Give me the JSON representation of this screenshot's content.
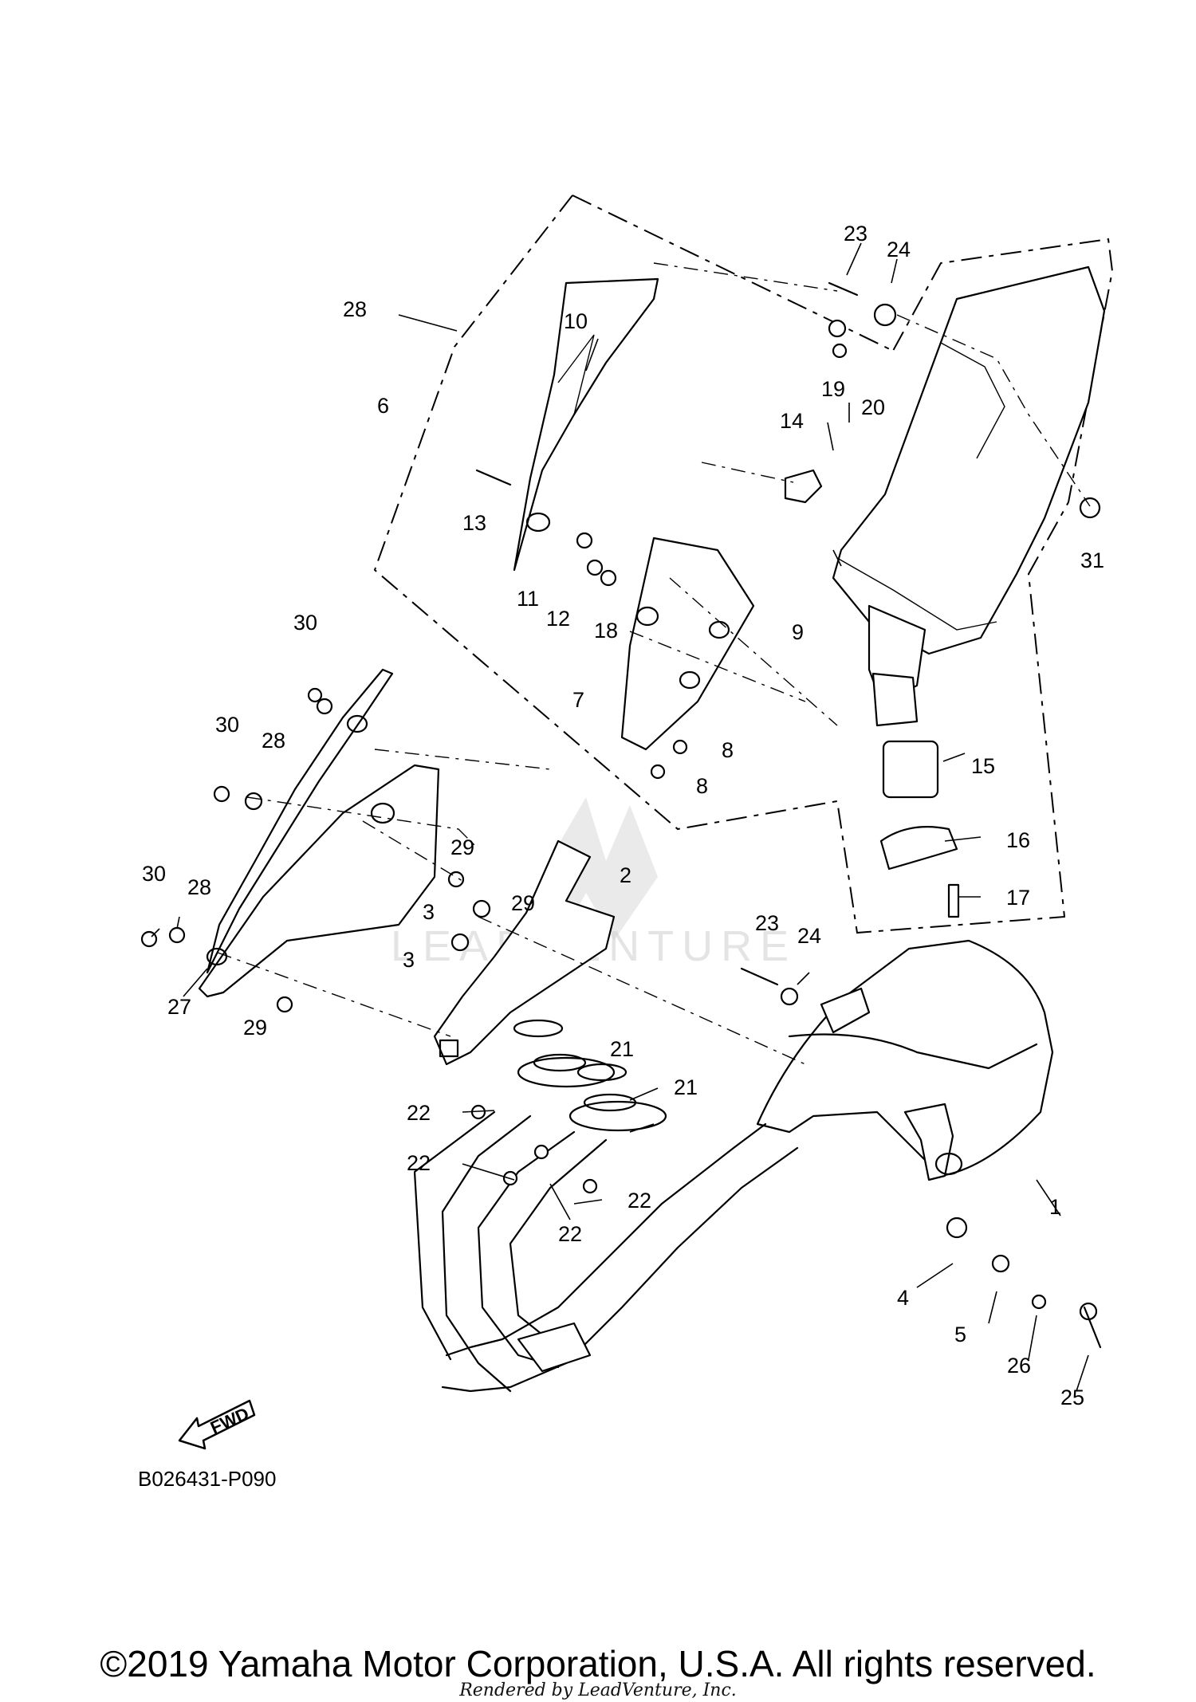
{
  "diagram": {
    "code": "B026431-P090",
    "copyright": "©2019 Yamaha Motor Corporation, U.S.A. All rights reserved.",
    "rendered_by": "Rendered by LeadVenture, Inc.",
    "fwd_label": "FWD",
    "watermark_text": "LEADVENTURE"
  },
  "callouts": [
    {
      "id": "c1",
      "label": "1"
    },
    {
      "id": "c2",
      "label": "2"
    },
    {
      "id": "c3a",
      "label": "3"
    },
    {
      "id": "c3b",
      "label": "3"
    },
    {
      "id": "c4",
      "label": "4"
    },
    {
      "id": "c5",
      "label": "5"
    },
    {
      "id": "c6",
      "label": "6"
    },
    {
      "id": "c7",
      "label": "7"
    },
    {
      "id": "c8a",
      "label": "8"
    },
    {
      "id": "c8b",
      "label": "8"
    },
    {
      "id": "c9",
      "label": "9"
    },
    {
      "id": "c10",
      "label": "10"
    },
    {
      "id": "c11",
      "label": "11"
    },
    {
      "id": "c12",
      "label": "12"
    },
    {
      "id": "c13",
      "label": "13"
    },
    {
      "id": "c14",
      "label": "14"
    },
    {
      "id": "c15",
      "label": "15"
    },
    {
      "id": "c16",
      "label": "16"
    },
    {
      "id": "c17",
      "label": "17"
    },
    {
      "id": "c18",
      "label": "18"
    },
    {
      "id": "c19",
      "label": "19"
    },
    {
      "id": "c20",
      "label": "20"
    },
    {
      "id": "c21a",
      "label": "21"
    },
    {
      "id": "c21b",
      "label": "21"
    },
    {
      "id": "c22a",
      "label": "22"
    },
    {
      "id": "c22b",
      "label": "22"
    },
    {
      "id": "c22c",
      "label": "22"
    },
    {
      "id": "c22d",
      "label": "22"
    },
    {
      "id": "c23a",
      "label": "23"
    },
    {
      "id": "c23b",
      "label": "23"
    },
    {
      "id": "c24a",
      "label": "24"
    },
    {
      "id": "c24b",
      "label": "24"
    },
    {
      "id": "c25",
      "label": "25"
    },
    {
      "id": "c26",
      "label": "26"
    },
    {
      "id": "c27",
      "label": "27"
    },
    {
      "id": "c28a",
      "label": "28"
    },
    {
      "id": "c28b",
      "label": "28"
    },
    {
      "id": "c28c",
      "label": "28"
    },
    {
      "id": "c29a",
      "label": "29"
    },
    {
      "id": "c29b",
      "label": "29"
    },
    {
      "id": "c29c",
      "label": "29"
    },
    {
      "id": "c30a",
      "label": "30"
    },
    {
      "id": "c30b",
      "label": "30"
    },
    {
      "id": "c30c",
      "label": "30"
    },
    {
      "id": "c31",
      "label": "31"
    }
  ]
}
